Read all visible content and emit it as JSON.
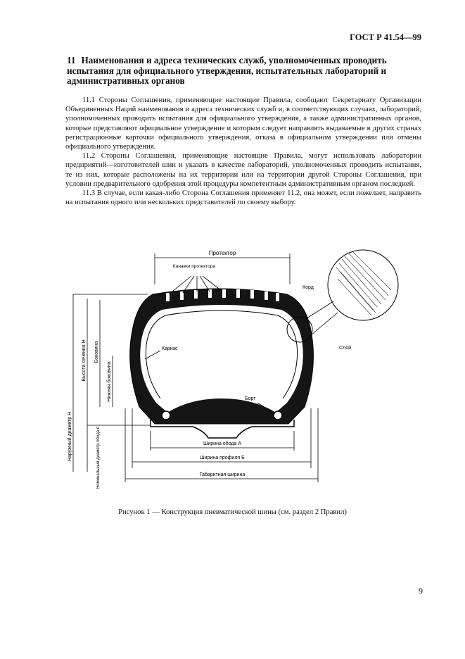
{
  "header": {
    "standard_code": "ГОСТ Р 41.54—99"
  },
  "section": {
    "number": "11",
    "title": "Наименования и адреса технических служб, уполномоченных проводить испытания для официального утверждения, испытательных лабораторий и административных органов"
  },
  "paragraphs": [
    "11.1 Стороны Соглашения, применяющие настоящие Правила, сообщают Секретариату Организации Объединенных Наций наименования и адреса технических служб и, в соответствующих случаях, лабораторий, уполномоченных проводить испытания для официального утверждения, а также административных органов, которые представляют официальное утверждение и которым следует направлять выдаваемые в других странах регистрационные карточки официального утверждения, отказа в официальном утверждении или отмены официального утверждения.",
    "11.2 Стороны Соглашения, применяющие настоящие Правила, могут использовать лаборатории предприятий—изготовителей шин и указать в качестве лабораторий, уполномоченных проводить испытания, те из них, которые расположены на их территории или на территории другой Стороны Соглашения, при условии предварительного одобрения этой процедуры компетентным административным органом последней.",
    "11.3 В случае, если какая-либо Сторона Соглашения применяет 11.2, она может, если пожелает, направить на испытания одного или нескольких представителей по своему выбору."
  ],
  "figure": {
    "labels": {
      "tread": "Протектор",
      "tread_grooves": "Канавки протектора",
      "cord": "Корд",
      "ply": "Слой",
      "carcass": "Каркас",
      "bead": "Борт",
      "section_height": "Высота сечения Н",
      "sidewall": "Боковина",
      "lower_sidewall": "Нижняя боковина",
      "outer_diameter": "Наружный диаметр Н",
      "nominal_rim_diameter": "Номинальный диаметр обода d",
      "rim_width": "Ширина обода А",
      "section_width": "Ширина профиля Б",
      "overall_width": "Габаритная ширина"
    },
    "caption": "Рисунок 1 — Конструкция пневматической шины (см. раздел 2 Правил)"
  },
  "page_number": "9"
}
